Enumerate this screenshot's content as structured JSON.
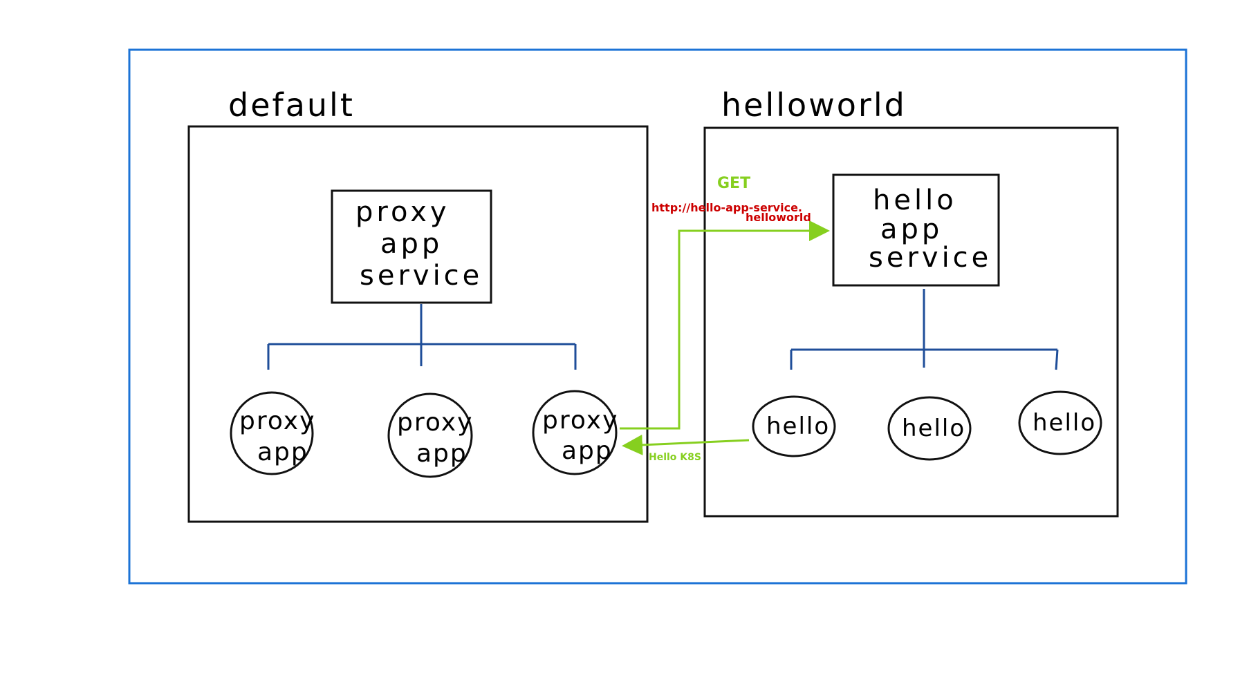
{
  "colors": {
    "outer_border": "#1c73d6",
    "box_stroke": "#111111",
    "connector": "#1f4e99",
    "request_arrow": "#86cf1f",
    "url_text": "#cc0000",
    "response_text": "#86cf1f"
  },
  "namespaces": {
    "default": {
      "label": "default",
      "service": {
        "line1": "proxy",
        "line2": "app",
        "line3": "service"
      },
      "pods": [
        {
          "line1": "proxy",
          "line2": "app"
        },
        {
          "line1": "proxy",
          "line2": "app"
        },
        {
          "line1": "proxy",
          "line2": "app"
        }
      ]
    },
    "helloworld": {
      "label": "helloworld",
      "service": {
        "line1": "hello",
        "line2": "app",
        "line3": "service"
      },
      "pods": [
        {
          "label": "hello"
        },
        {
          "label": "hello"
        },
        {
          "label": "hello"
        }
      ]
    }
  },
  "request": {
    "method": "GET",
    "url_line1": "http://hello-app-service.",
    "url_line2": "helloworld"
  },
  "response": {
    "label": "Hello K8S"
  }
}
